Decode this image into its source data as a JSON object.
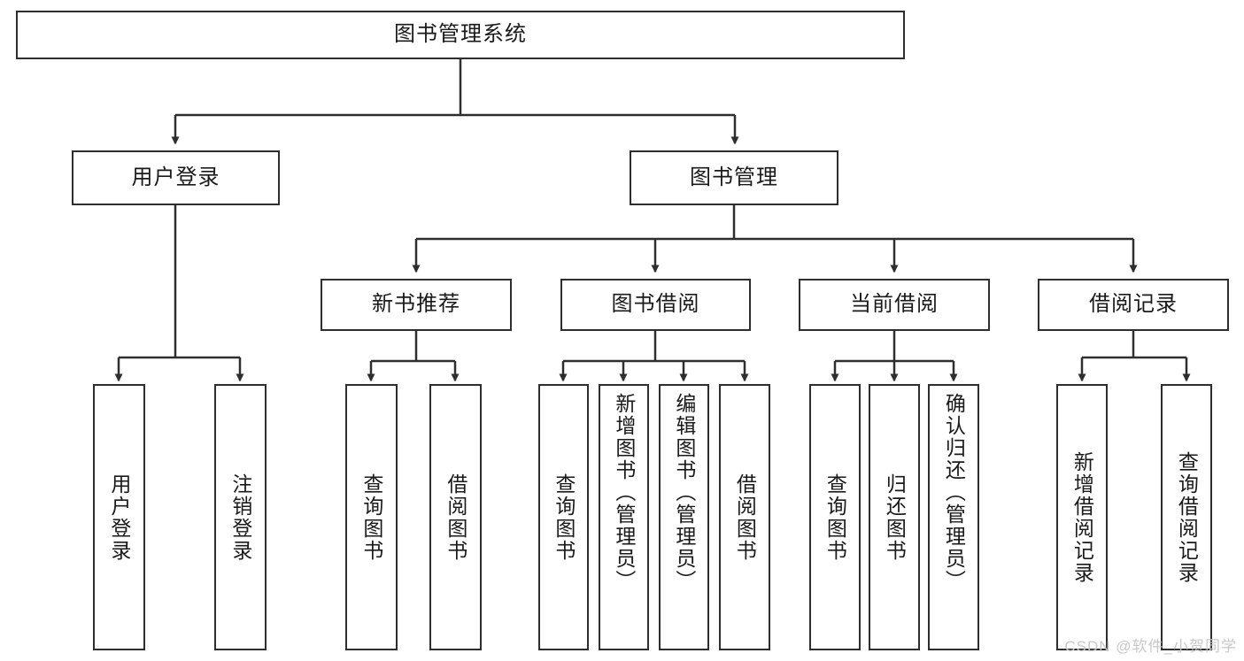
{
  "diagram": {
    "title": "图书管理系统",
    "type": "hierarchy-tree",
    "watermark": "CSDN @软件_小贺同学",
    "colors": {
      "box_border": "#2e2e2e",
      "box_fill": "#ffffff",
      "edge": "#2e2e2e",
      "text": "#1a1a1a",
      "watermark": "#c8c8c8"
    },
    "root": {
      "label": "图书管理系统"
    },
    "level2": [
      {
        "label": "用户登录"
      },
      {
        "label": "图书管理"
      }
    ],
    "level3": [
      {
        "label": "新书推荐"
      },
      {
        "label": "图书借阅"
      },
      {
        "label": "当前借阅"
      },
      {
        "label": "借阅记录"
      }
    ],
    "leaves": {
      "user_login": [
        {
          "label": "用户登录"
        },
        {
          "label": "注销登录"
        }
      ],
      "new_book": [
        {
          "label": "查询图书"
        },
        {
          "label": "借阅图书"
        }
      ],
      "book_borrow": [
        {
          "label": "查询图书"
        },
        {
          "label": "新增图书（管理员）"
        },
        {
          "label": "编辑图书（管理员）"
        },
        {
          "label": "借阅图书"
        }
      ],
      "current_borrow": [
        {
          "label": "查询图书"
        },
        {
          "label": "归还图书"
        },
        {
          "label": "确认归还（管理员）"
        }
      ],
      "borrow_record": [
        {
          "label": "新增借阅记录"
        },
        {
          "label": "查询借阅记录"
        }
      ]
    }
  }
}
